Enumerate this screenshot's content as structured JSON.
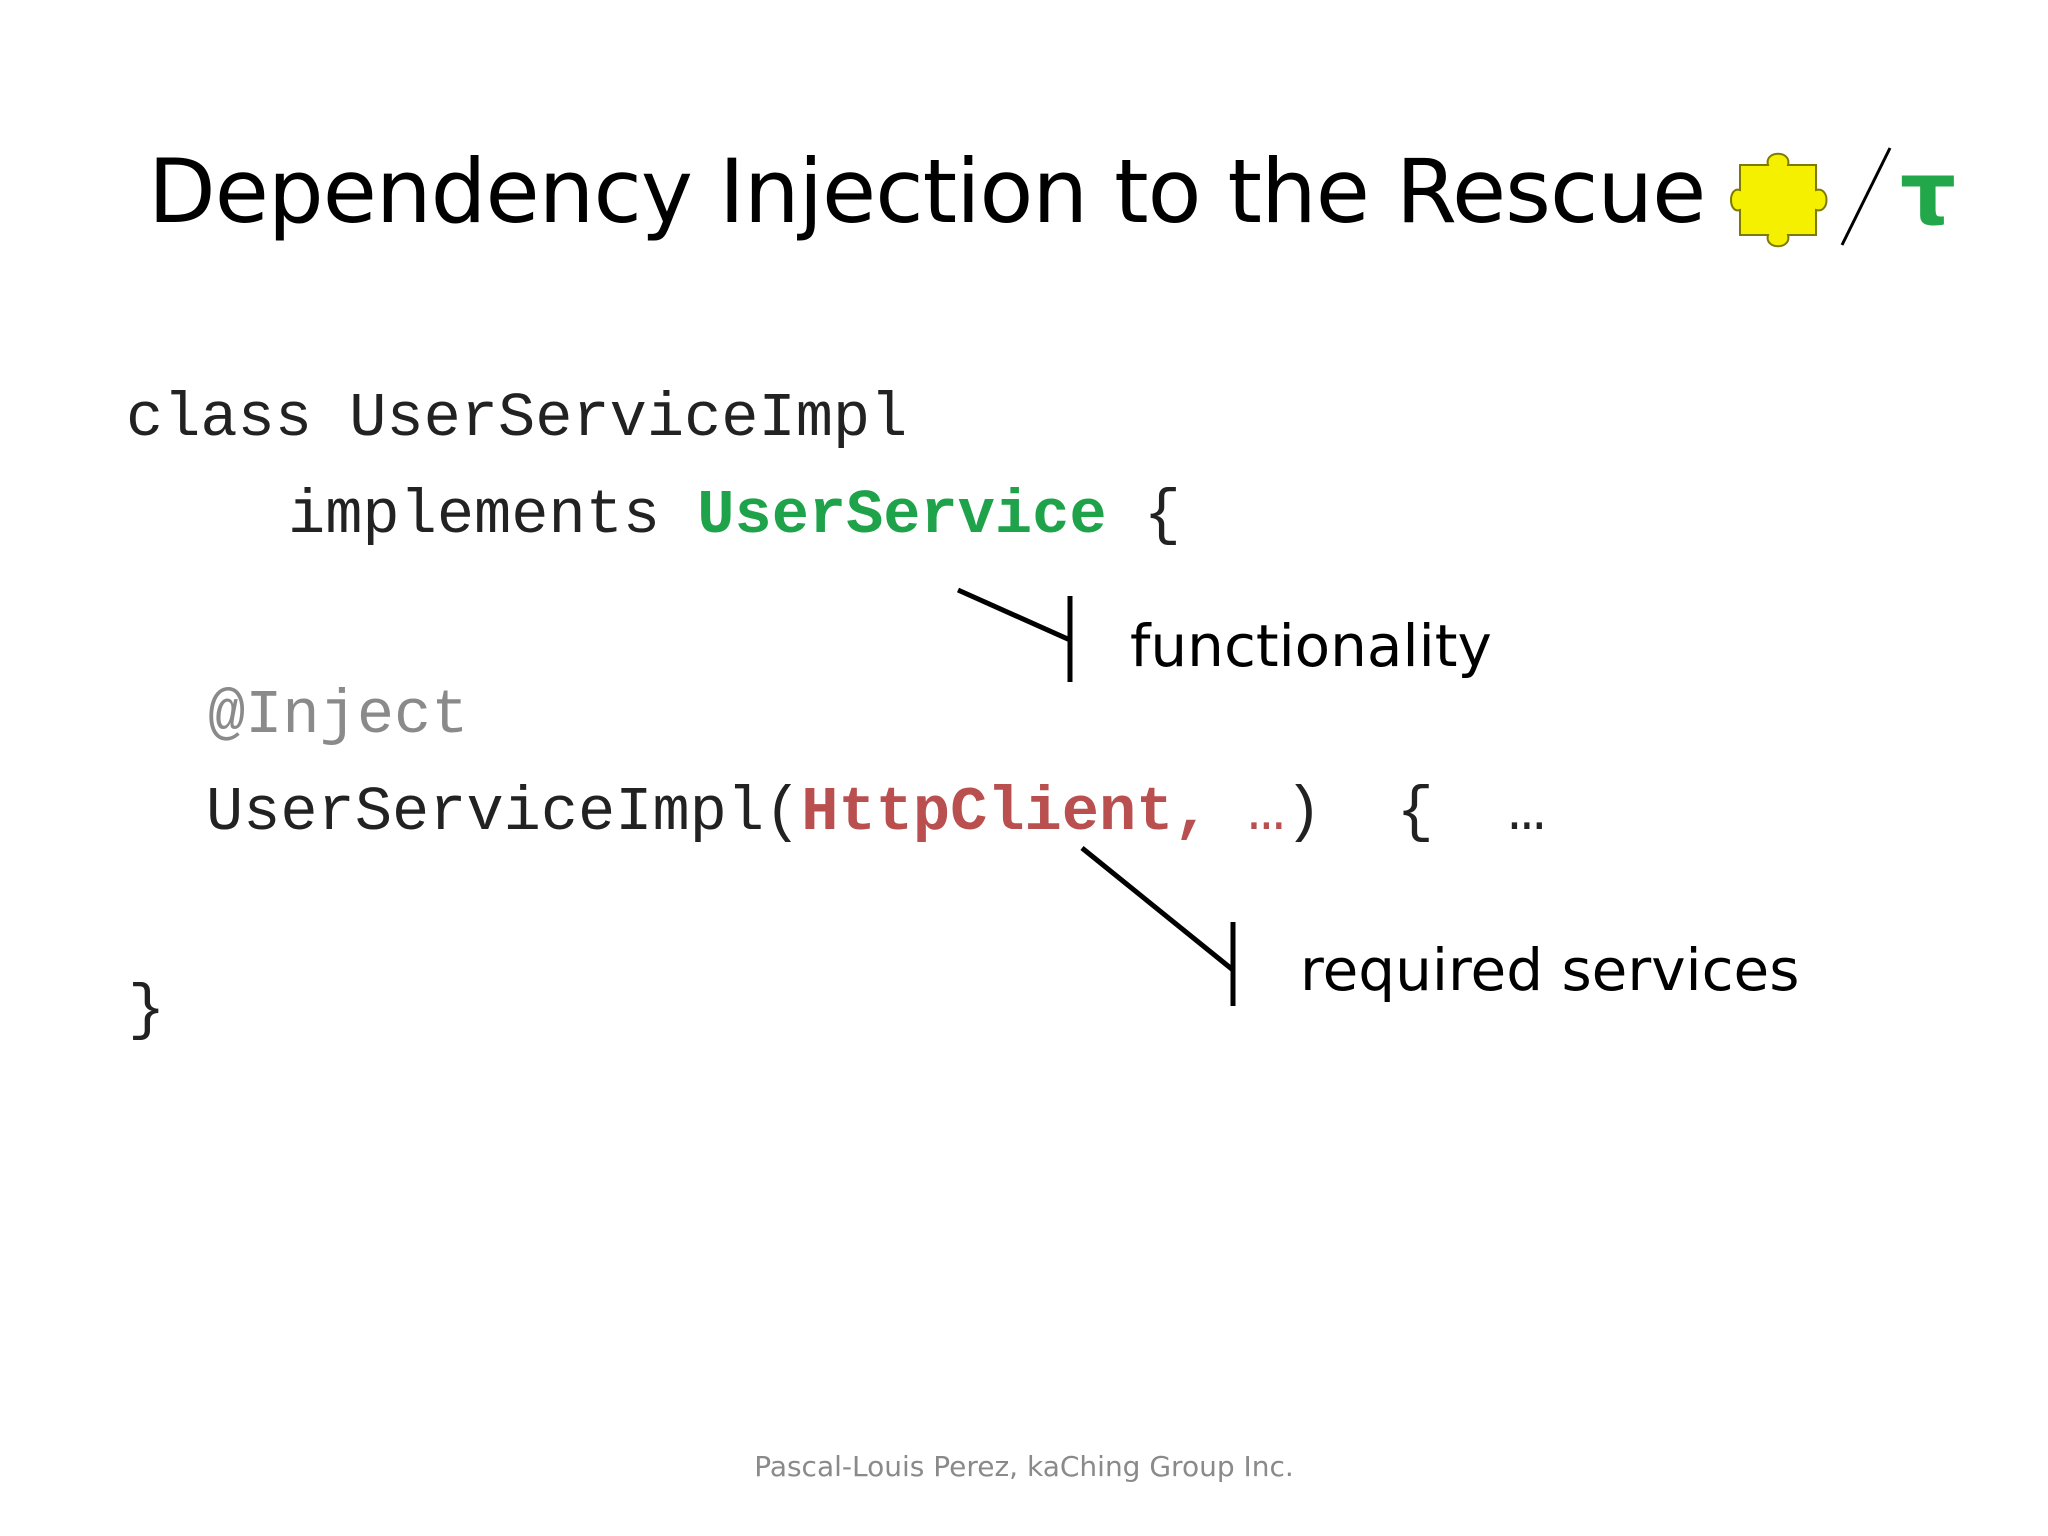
{
  "slide": {
    "title": "Dependency Injection to the Rescue",
    "logo": {
      "icon": "puzzle-piece-icon",
      "symbol": "τ",
      "puzzle_color": "#f5f000",
      "tau_color": "#22a84a"
    },
    "code": {
      "line1": "class UserServiceImpl",
      "line2_prefix": "implements ",
      "line2_interface": "UserService",
      "line2_suffix": " {",
      "annotation": "@Inject",
      "ctor_name": "UserServiceImpl(",
      "ctor_param": "HttpClient,",
      "ctor_ellipsis": " …",
      "ctor_suffix": ")  {  …",
      "closing_brace": "}"
    },
    "callouts": {
      "functionality": "functionality",
      "required_services": "required services"
    },
    "footer": "Pascal-Louis Perez, kaChing Group Inc.",
    "colors": {
      "interface_green": "#1fa34a",
      "dependency_red": "#b94f4f",
      "annotation_gray": "#8a8a8a"
    }
  }
}
